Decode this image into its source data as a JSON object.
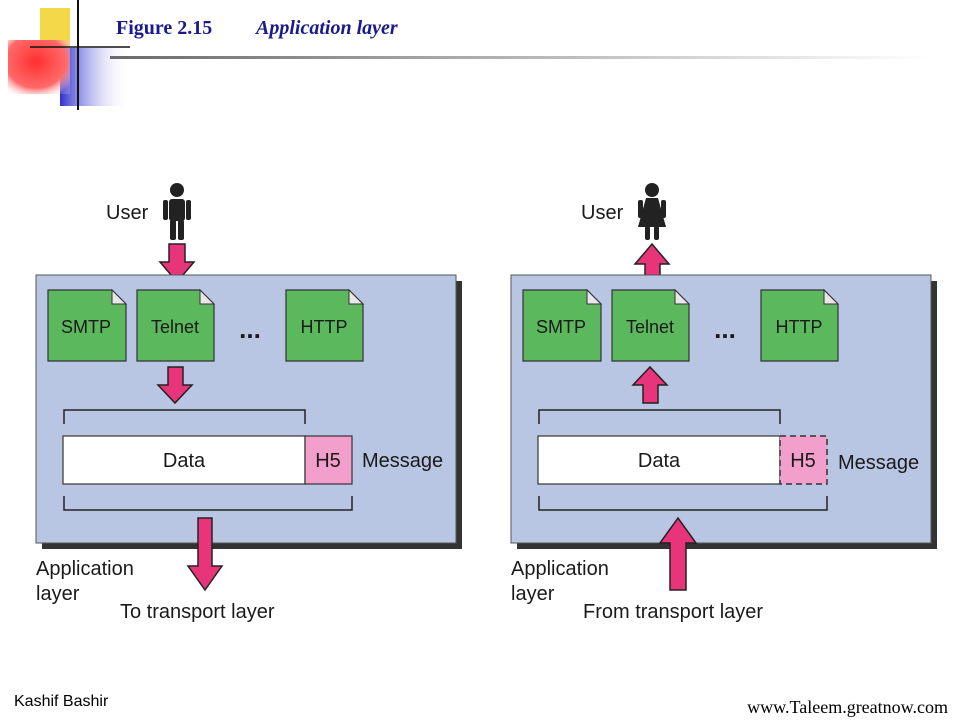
{
  "figure": {
    "number": "Figure 2.15",
    "title": "Application layer"
  },
  "sender": {
    "user_label": "User",
    "protocols": [
      "SMTP",
      "Telnet",
      "HTTP"
    ],
    "ellipsis": "...",
    "data_label": "Data",
    "header_label": "H5",
    "message_label": "Message",
    "layer_label_line1": "Application",
    "layer_label_line2": "layer",
    "transport_label": "To transport layer"
  },
  "receiver": {
    "user_label": "User",
    "protocols": [
      "SMTP",
      "Telnet",
      "HTTP"
    ],
    "ellipsis": "...",
    "data_label": "Data",
    "header_label": "H5",
    "message_label": "Message",
    "layer_label_line1": "Application",
    "layer_label_line2": "layer",
    "transport_label": "From transport layer"
  },
  "footer": {
    "author": "Kashif Bashir",
    "website": "www.Taleem.greatnow.com"
  },
  "colors": {
    "panel": "#b9c6e3",
    "protocol_box": "#5cb85c",
    "arrow": "#e8357a",
    "header_box": "#f29fcb",
    "title": "#1a1a8c"
  }
}
